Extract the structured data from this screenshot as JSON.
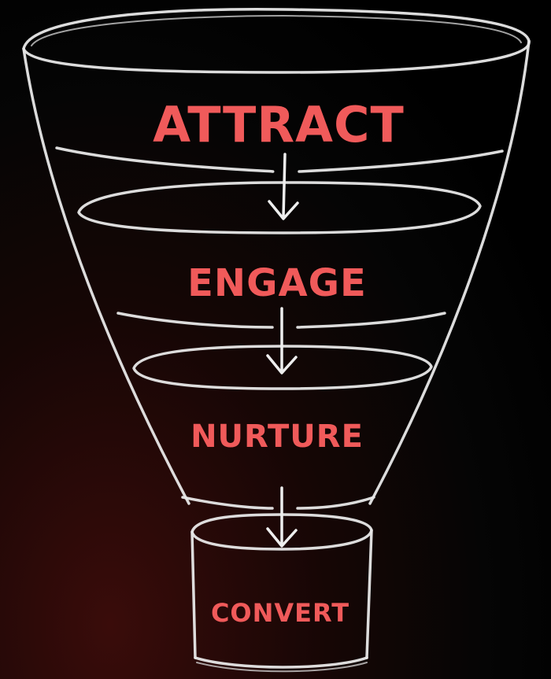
{
  "colors": {
    "background": "#000000",
    "chalk": "#e8e8e8",
    "label": "#f05a5a"
  },
  "stages": [
    {
      "label": "ATTRACT"
    },
    {
      "label": "ENGAGE"
    },
    {
      "label": "NURTURE"
    },
    {
      "label": "CONVERT"
    }
  ]
}
